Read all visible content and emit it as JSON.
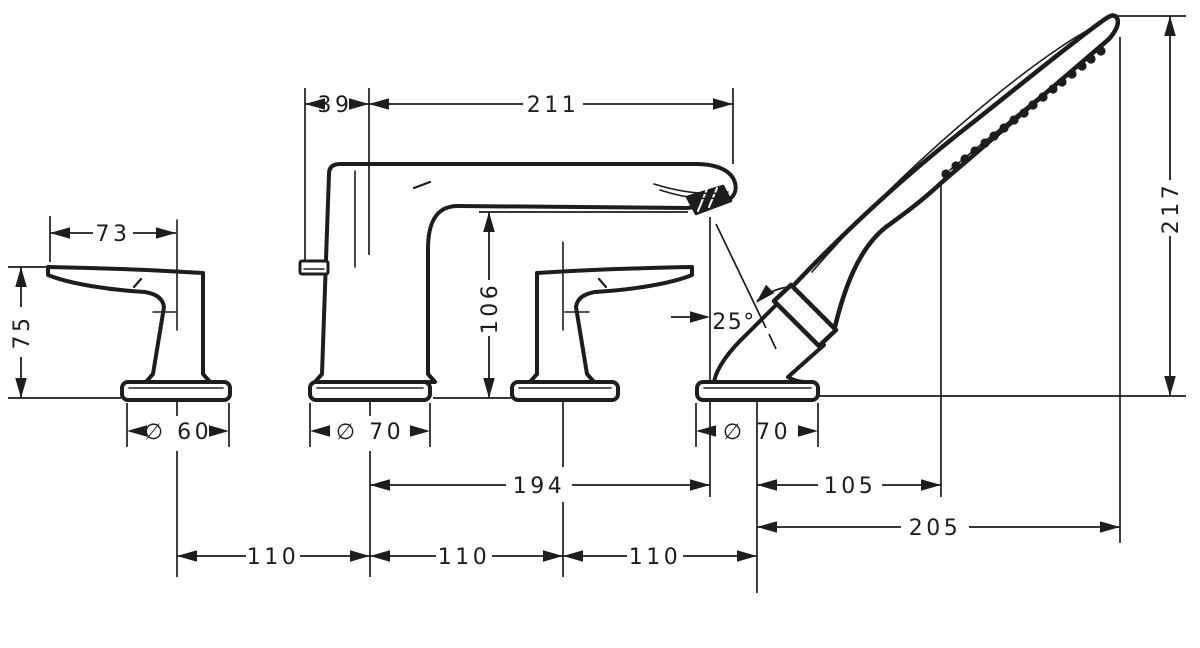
{
  "canvas": {
    "background": "#ffffff",
    "line_color": "#1d1d1b"
  },
  "dimensions": {
    "d39": "39",
    "d211": "211",
    "d73": "73",
    "d75": "75",
    "d106": "106",
    "d25": "25°",
    "d217": "217",
    "dia60": "∅ 60",
    "dia70_spout": "∅ 70",
    "dia70_shower": "∅ 70",
    "d194": "194",
    "d105": "105",
    "d205": "205",
    "d110_1": "110",
    "d110_2": "110",
    "d110_3": "110"
  }
}
